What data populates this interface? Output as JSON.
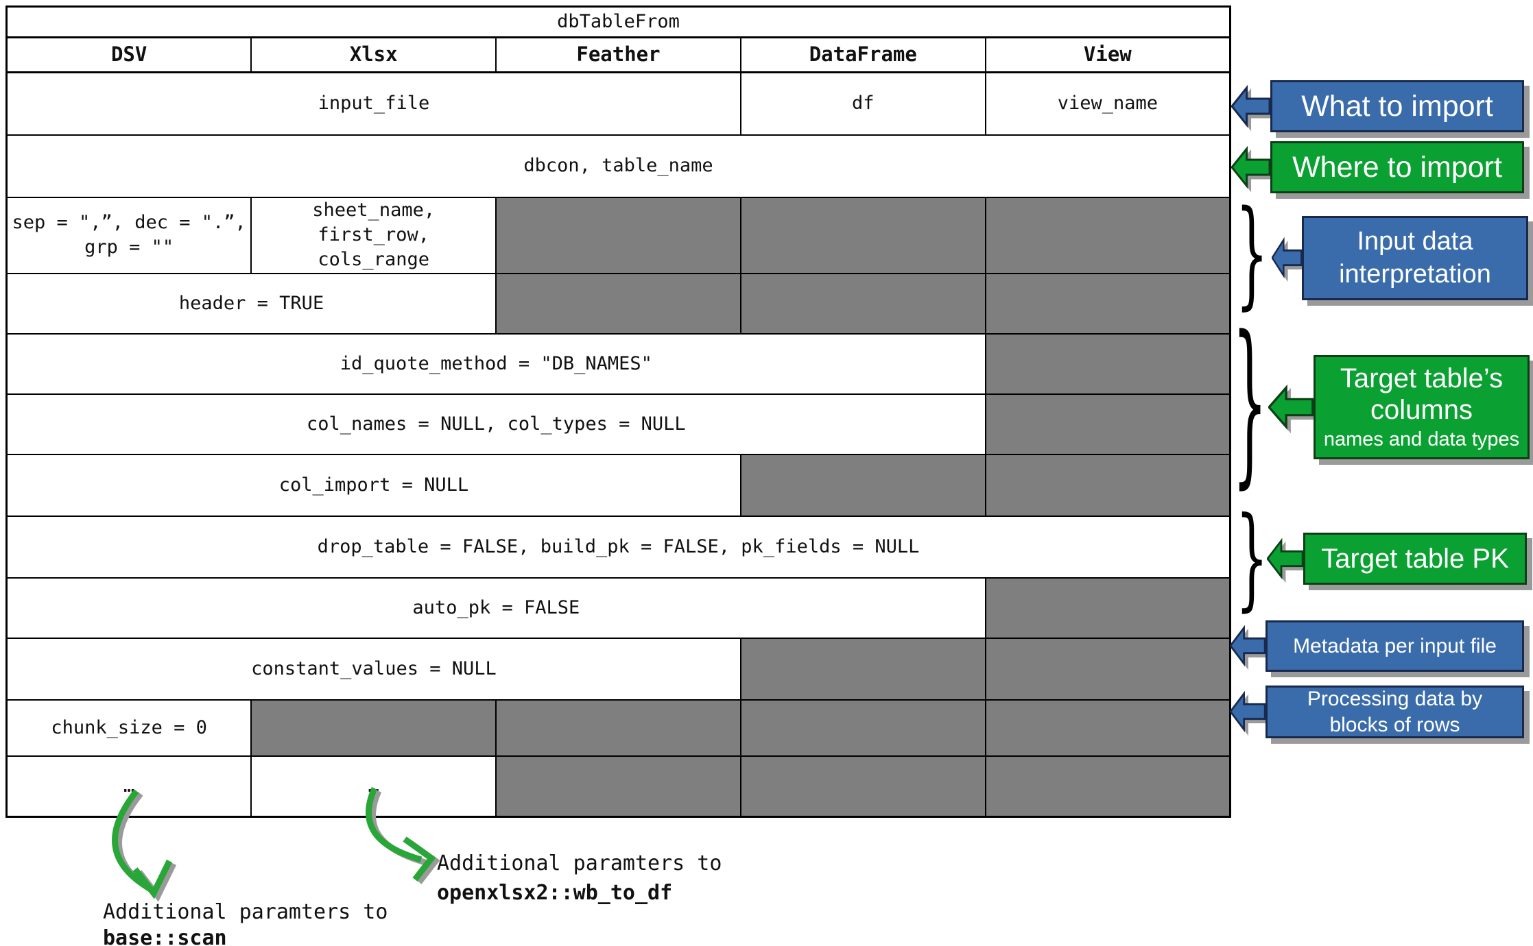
{
  "title": "dbTableFrom",
  "columns": [
    "DSV",
    "Xlsx",
    "Feather",
    "DataFrame",
    "View"
  ],
  "rows": [
    {
      "name": "input-file",
      "cells": [
        {
          "text": "input_file",
          "span": 3
        },
        {
          "text": "df",
          "span": 1
        },
        {
          "text": "view_name",
          "span": 1
        }
      ]
    },
    {
      "name": "dbcon-table-name",
      "cells": [
        {
          "text": "dbcon, table_name",
          "span": 5
        }
      ]
    },
    {
      "name": "separators",
      "cells": [
        {
          "text": "sep = \",”, dec = \".”,\ngrp = \"\"",
          "span": 1
        },
        {
          "text": "sheet_name, first_row,\ncols_range",
          "span": 1
        },
        {
          "text": "",
          "span": 1,
          "gray": true
        },
        {
          "text": "",
          "span": 1,
          "gray": true
        },
        {
          "text": "",
          "span": 1,
          "gray": true
        }
      ]
    },
    {
      "name": "header-flag",
      "cells": [
        {
          "text": "header = TRUE",
          "span": 2
        },
        {
          "text": "",
          "span": 1,
          "gray": true
        },
        {
          "text": "",
          "span": 1,
          "gray": true
        },
        {
          "text": "",
          "span": 1,
          "gray": true
        }
      ]
    },
    {
      "name": "id-quote-method",
      "cells": [
        {
          "text": "id_quote_method = \"DB_NAMES\"",
          "span": 4
        },
        {
          "text": "",
          "span": 1,
          "gray": true
        }
      ]
    },
    {
      "name": "col-names-types",
      "cells": [
        {
          "text": "col_names = NULL, col_types = NULL",
          "span": 4
        },
        {
          "text": "",
          "span": 1,
          "gray": true
        }
      ]
    },
    {
      "name": "col-import",
      "cells": [
        {
          "text": "col_import = NULL",
          "span": 3
        },
        {
          "text": "",
          "span": 1,
          "gray": true
        },
        {
          "text": "",
          "span": 1,
          "gray": true
        }
      ]
    },
    {
      "name": "drop-table-pk",
      "cells": [
        {
          "text": "drop_table = FALSE, build_pk = FALSE, pk_fields = NULL",
          "span": 5
        }
      ]
    },
    {
      "name": "auto-pk",
      "cells": [
        {
          "text": "auto_pk = FALSE",
          "span": 4
        },
        {
          "text": "",
          "span": 1,
          "gray": true
        }
      ]
    },
    {
      "name": "constant-values",
      "cells": [
        {
          "text": "constant_values = NULL",
          "span": 3
        },
        {
          "text": "",
          "span": 1,
          "gray": true
        },
        {
          "text": "",
          "span": 1,
          "gray": true
        }
      ]
    },
    {
      "name": "chunk-size",
      "cells": [
        {
          "text": "chunk_size = 0",
          "span": 1
        },
        {
          "text": "",
          "span": 1,
          "gray": true
        },
        {
          "text": "",
          "span": 1,
          "gray": true
        },
        {
          "text": "",
          "span": 1,
          "gray": true
        },
        {
          "text": "",
          "span": 1,
          "gray": true
        }
      ]
    },
    {
      "name": "ellipsis",
      "cells": [
        {
          "text": "…",
          "span": 1,
          "bold": true
        },
        {
          "text": "…",
          "span": 1,
          "bold": true
        },
        {
          "text": "",
          "span": 1,
          "gray": true
        },
        {
          "text": "",
          "span": 1,
          "gray": true
        },
        {
          "text": "",
          "span": 1,
          "gray": true
        }
      ]
    }
  ],
  "annotations": [
    {
      "id": "what-to-import",
      "text": "What to import",
      "color": "blue"
    },
    {
      "id": "where-to-import",
      "text": "Where to import",
      "color": "green"
    },
    {
      "id": "input-data-interpretation",
      "text": "Input data\ninterpretation",
      "color": "blue"
    },
    {
      "id": "target-table-columns",
      "text": "Target table’s\ncolumns",
      "subtext": "names and data types",
      "color": "green"
    },
    {
      "id": "target-table-pk",
      "text": "Target table PK",
      "color": "green"
    },
    {
      "id": "metadata-per-input-file",
      "text": "Metadata per input file",
      "color": "blue"
    },
    {
      "id": "processing-blocks",
      "text": "Processing data by\nblocks of rows",
      "color": "blue"
    }
  ],
  "brace_char": "}",
  "footnotes": [
    {
      "text": "Additional paramters to",
      "code": "base::scan"
    },
    {
      "text": "Additional paramters to",
      "code": "openxlsx2::wb_to_df"
    }
  ],
  "colors": {
    "blue_box": "#3a6cab",
    "green_box": "#0ba032",
    "gray_cell": "#7f7f7f",
    "curve_arrow_green": "#28a637",
    "shadow_gray": "#9a9a9a"
  }
}
